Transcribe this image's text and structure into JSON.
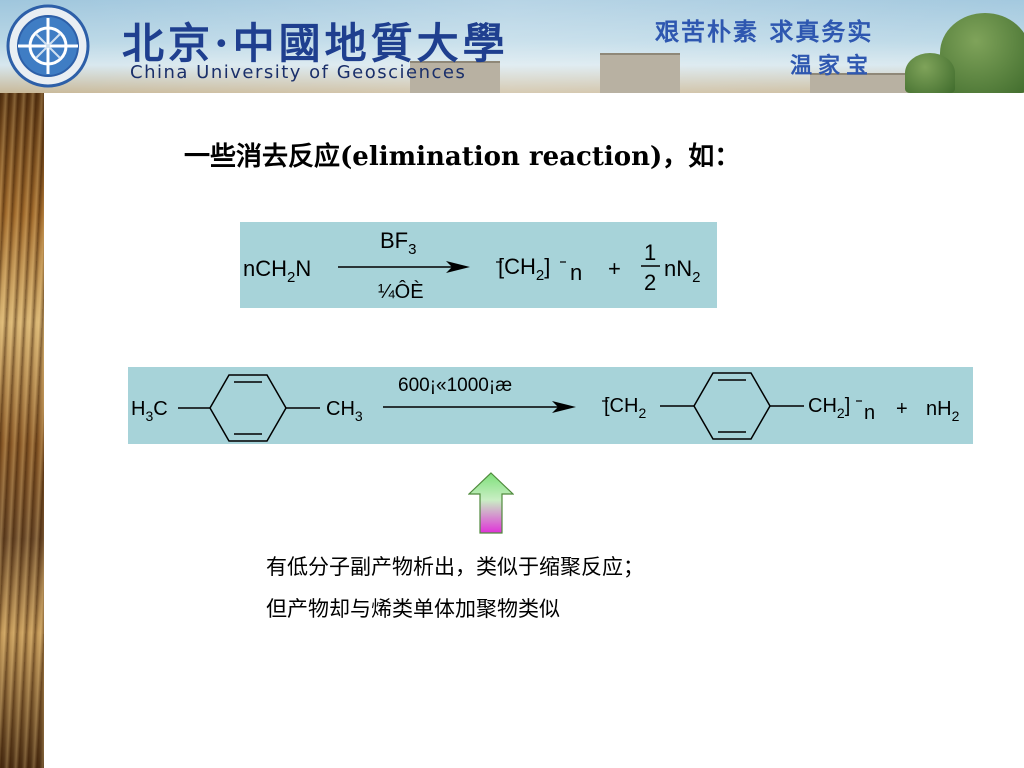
{
  "banner": {
    "university_cn": "北京·中國地質大學",
    "university_en": "China University of Geosciences",
    "motto_line1": "艰苦朴素 求真务实",
    "motto_line2": "温家宝",
    "logo_icon": "university-seal-icon"
  },
  "heading": "一些消去反应(elimination reaction)，如：",
  "reaction1": {
    "reactant": "nCH",
    "reactant_sub": "2",
    "reactant_tail": "N",
    "catalyst": "BF",
    "catalyst_sub": "3",
    "condition": "¼ÔÈ",
    "condition_overlay": "ÔÈ",
    "product_open": "[CH",
    "product_sub": "2",
    "product_close": "]",
    "product_n": "n",
    "plus": "+",
    "frac_num": "1",
    "frac_den": "2",
    "byproduct": "nN",
    "byproduct_sub": "2"
  },
  "reaction2": {
    "left_group": "H",
    "left_group_sub": "3",
    "left_group_tail": "C",
    "right_group": "CH",
    "right_group_sub": "3",
    "condition": "600¡«1000¡æ",
    "product_open": "[CH",
    "product_sub": "2",
    "product_right": "CH",
    "product_right_sub": "2",
    "product_close": "]",
    "product_n": "n",
    "plus": "+",
    "byproduct": "nH",
    "byproduct_sub": "2"
  },
  "arrow_icon": "up-arrow-icon",
  "notes": {
    "line1": "有低分子副产物析出，类似于缩聚反应；",
    "line2": "但产物却与烯类单体加聚物类似"
  },
  "colors": {
    "reaction_box": "#a7d3d9",
    "arrow_top": "#7ee07a",
    "arrow_bottom": "#e032d8"
  }
}
